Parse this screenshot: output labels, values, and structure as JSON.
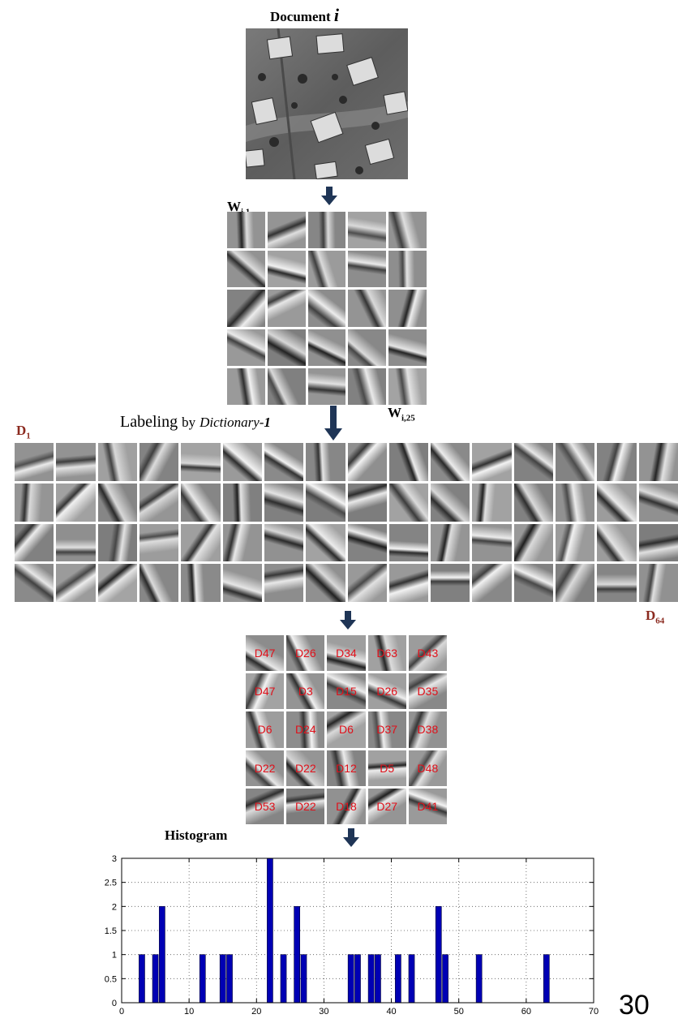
{
  "document_title": "Document",
  "document_index": "i",
  "w_first": {
    "main": "W",
    "sub": "i,1"
  },
  "w_last": {
    "main": "W",
    "sub": "i,25"
  },
  "labeling": {
    "prefix": "Labeling",
    "by": "by",
    "dict": "Dictionary-",
    "num": "1"
  },
  "d_first": {
    "main": "D",
    "sub": "1"
  },
  "d_last": {
    "main": "D",
    "sub": "64"
  },
  "labels": [
    "D47",
    "D26",
    "D34",
    "D63",
    "D43",
    "D47",
    "D3",
    "D15",
    "D26",
    "D35",
    "D6",
    "D24",
    "D6",
    "D37",
    "D38",
    "D22",
    "D22",
    "D12",
    "D5",
    "D48",
    "D53",
    "D22",
    "D18",
    "D27",
    "D41"
  ],
  "histogram_title": "Histogram",
  "page_number": "30",
  "chart_data": {
    "type": "bar",
    "x": [
      3,
      5,
      6,
      12,
      15,
      16,
      22,
      24,
      26,
      27,
      34,
      35,
      37,
      38,
      41,
      43,
      47,
      48,
      53,
      63
    ],
    "values": [
      1,
      1,
      2,
      1,
      1,
      1,
      3,
      1,
      2,
      1,
      1,
      1,
      1,
      1,
      1,
      1,
      2,
      1,
      1,
      1
    ],
    "xlim": [
      0,
      70
    ],
    "ylim": [
      0,
      3
    ],
    "xticks": [
      "0",
      "10",
      "20",
      "30",
      "40",
      "50",
      "60",
      "70"
    ],
    "yticks": [
      "0",
      "0.5",
      "1",
      "1.5",
      "2",
      "2.5",
      "3"
    ],
    "grid": true,
    "bar_color": "#0000b4"
  }
}
